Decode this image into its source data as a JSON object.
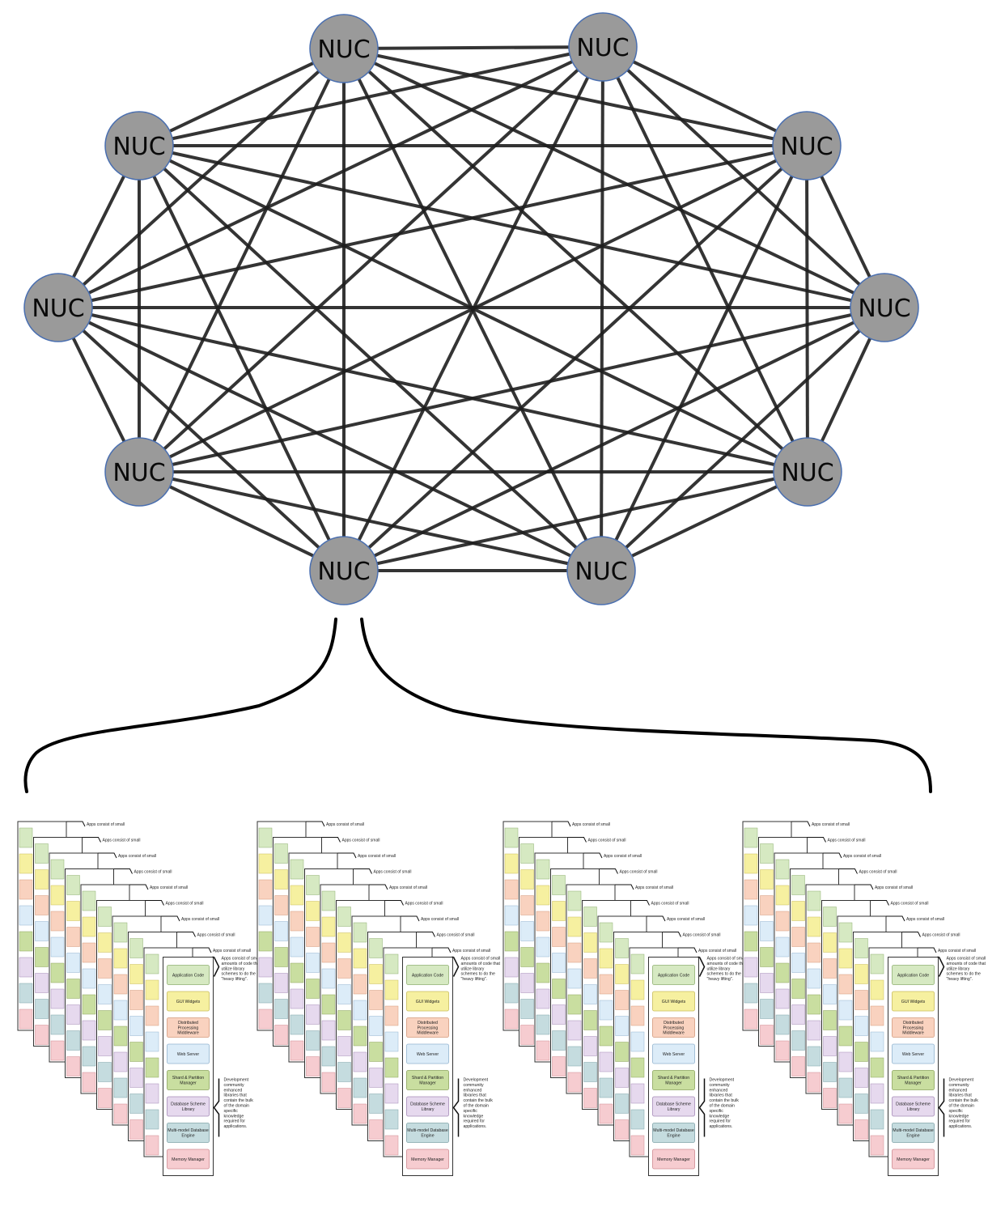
{
  "network": {
    "node_label": "NUC",
    "node_count": 10,
    "connectivity": "full-mesh",
    "node_fill": "#9a9a9a",
    "node_stroke": "#4a6fb0",
    "edge_color": "#1e1e1e"
  },
  "stack": {
    "count": 4,
    "layers": [
      {
        "label": "Application Code",
        "color": "#d6e9c2",
        "border": "#8fb070"
      },
      {
        "label": "GUI Widgets",
        "color": "#f6f0a0",
        "border": "#c9bd5a"
      },
      {
        "label": "Distributed Processing Middleware",
        "color": "#f9d2bf",
        "border": "#d49a7c"
      },
      {
        "label": "Web Server",
        "color": "#dcecf8",
        "border": "#93b4cf"
      },
      {
        "label": "Shard & Partition Manager",
        "color": "#c9dea0",
        "border": "#8ba45c"
      },
      {
        "label": "Database Scheme Library",
        "color": "#e6d9ee",
        "border": "#a58bb7"
      },
      {
        "label": "Multi-model Database Engine",
        "color": "#c5dcdf",
        "border": "#7fa2a8"
      },
      {
        "label": "Memory Manager",
        "color": "#f6ccd0",
        "border": "#cf8a91"
      }
    ],
    "note_top": "Apps consist of small amounts of code that utilize library schemes to do the \"heavy lifting\".",
    "note_bottom": "Development community enhanced libraries that contain the bulk of the domain specific knowledge required for applications.",
    "stub_note": "Apps consist of small"
  }
}
